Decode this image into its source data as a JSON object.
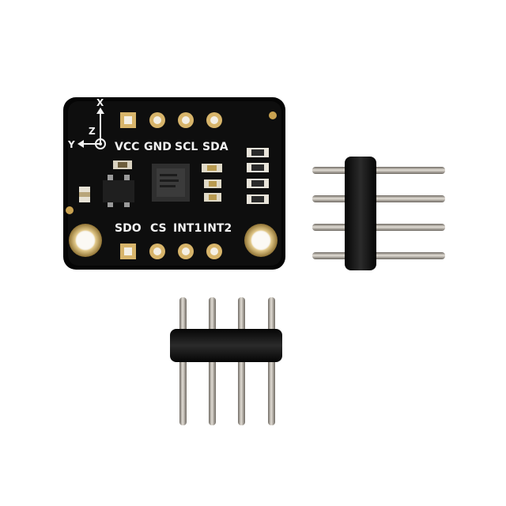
{
  "board": {
    "top_labels": [
      "VCC",
      "GND",
      "SCL",
      "SDA"
    ],
    "bottom_labels": [
      "SDO",
      "CS",
      "INT1",
      "INT2"
    ],
    "axis_labels": {
      "x": "X",
      "y": "Y",
      "z": "Z"
    }
  },
  "colors": {
    "pcb": "#0b0b0b",
    "silkscreen": "#f2f2f2",
    "gold": "#c8a55a",
    "pin_metal": "#b7b1a8",
    "plastic": "#141414"
  }
}
